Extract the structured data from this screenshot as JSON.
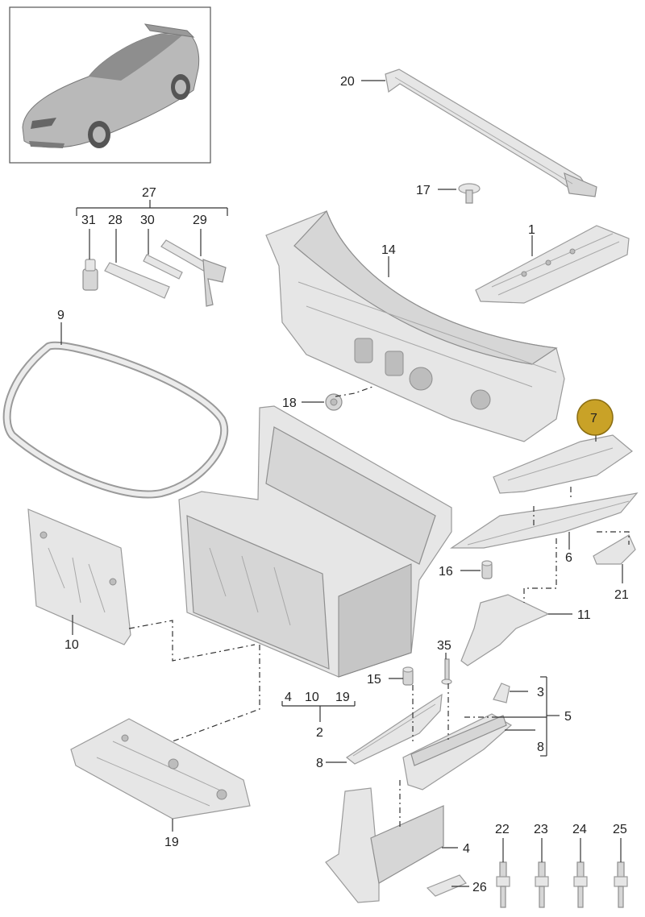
{
  "labels": {
    "p1": "1",
    "p2": "2",
    "p3": "3",
    "p4": "4",
    "p4b": "4",
    "p5": "5",
    "p6": "6",
    "p7": "7",
    "p8": "8",
    "p8b": "8",
    "p9": "9",
    "p10": "10",
    "p10b": "10",
    "p11": "11",
    "p14": "14",
    "p15": "15",
    "p16": "16",
    "p17": "17",
    "p18": "18",
    "p19": "19",
    "p19b": "19",
    "p20": "20",
    "p21": "21",
    "p22": "22",
    "p23": "23",
    "p24": "24",
    "p25": "25",
    "p26": "26",
    "p27": "27",
    "p28": "28",
    "p29": "29",
    "p30": "30",
    "p31": "31",
    "p35": "35"
  },
  "highlight": {
    "part": "7",
    "color": "#c9a227"
  },
  "colors": {
    "part_fill": "#e6e6e6",
    "part_stroke": "#9a9a9a",
    "leader": "#333333"
  }
}
